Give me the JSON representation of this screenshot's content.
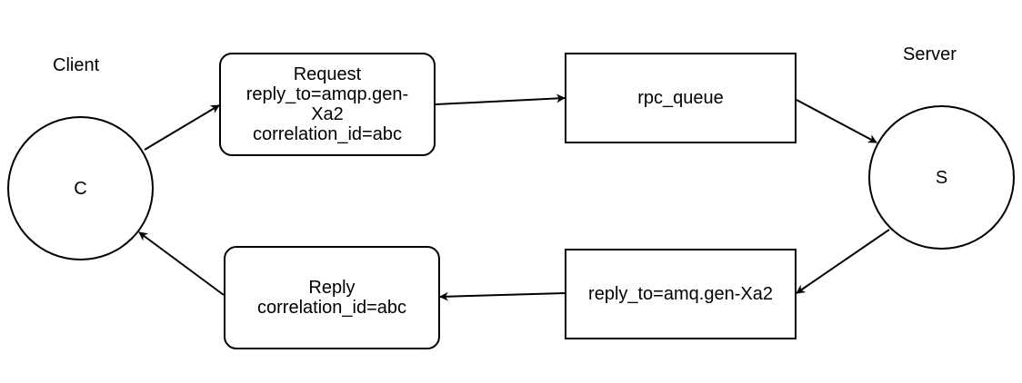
{
  "labels": {
    "client": "Client",
    "server": "Server"
  },
  "nodes": {
    "client_circle": "C",
    "server_circle": "S",
    "request": {
      "line1": "Request",
      "line2": "reply_to=amqp.gen-",
      "line3": "Xa2",
      "line4": "correlation_id=abc"
    },
    "rpc_queue": "rpc_queue",
    "reply_queue": "reply_to=amq.gen-Xa2",
    "reply": {
      "line1": "Reply",
      "line2": "correlation_id=abc"
    }
  }
}
